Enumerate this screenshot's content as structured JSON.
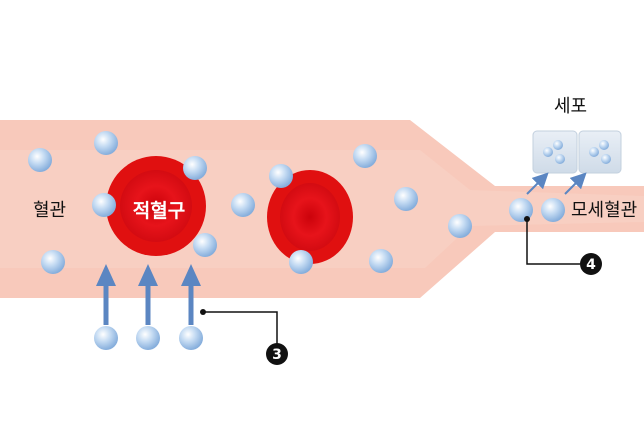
{
  "labels": {
    "blood_vessel": "혈관",
    "red_blood_cell": "적혈구",
    "cell": "세포",
    "capillary": "모세혈관"
  },
  "markers": {
    "marker_3": "3",
    "marker_4": "4"
  },
  "colors": {
    "vessel": "#f8c9bb",
    "red_blood_cell": "#e01010",
    "particle": "#a9c9ec",
    "arrow": "#5b86c2",
    "cell_box": "#d9e4ef",
    "marker": "#111111"
  }
}
